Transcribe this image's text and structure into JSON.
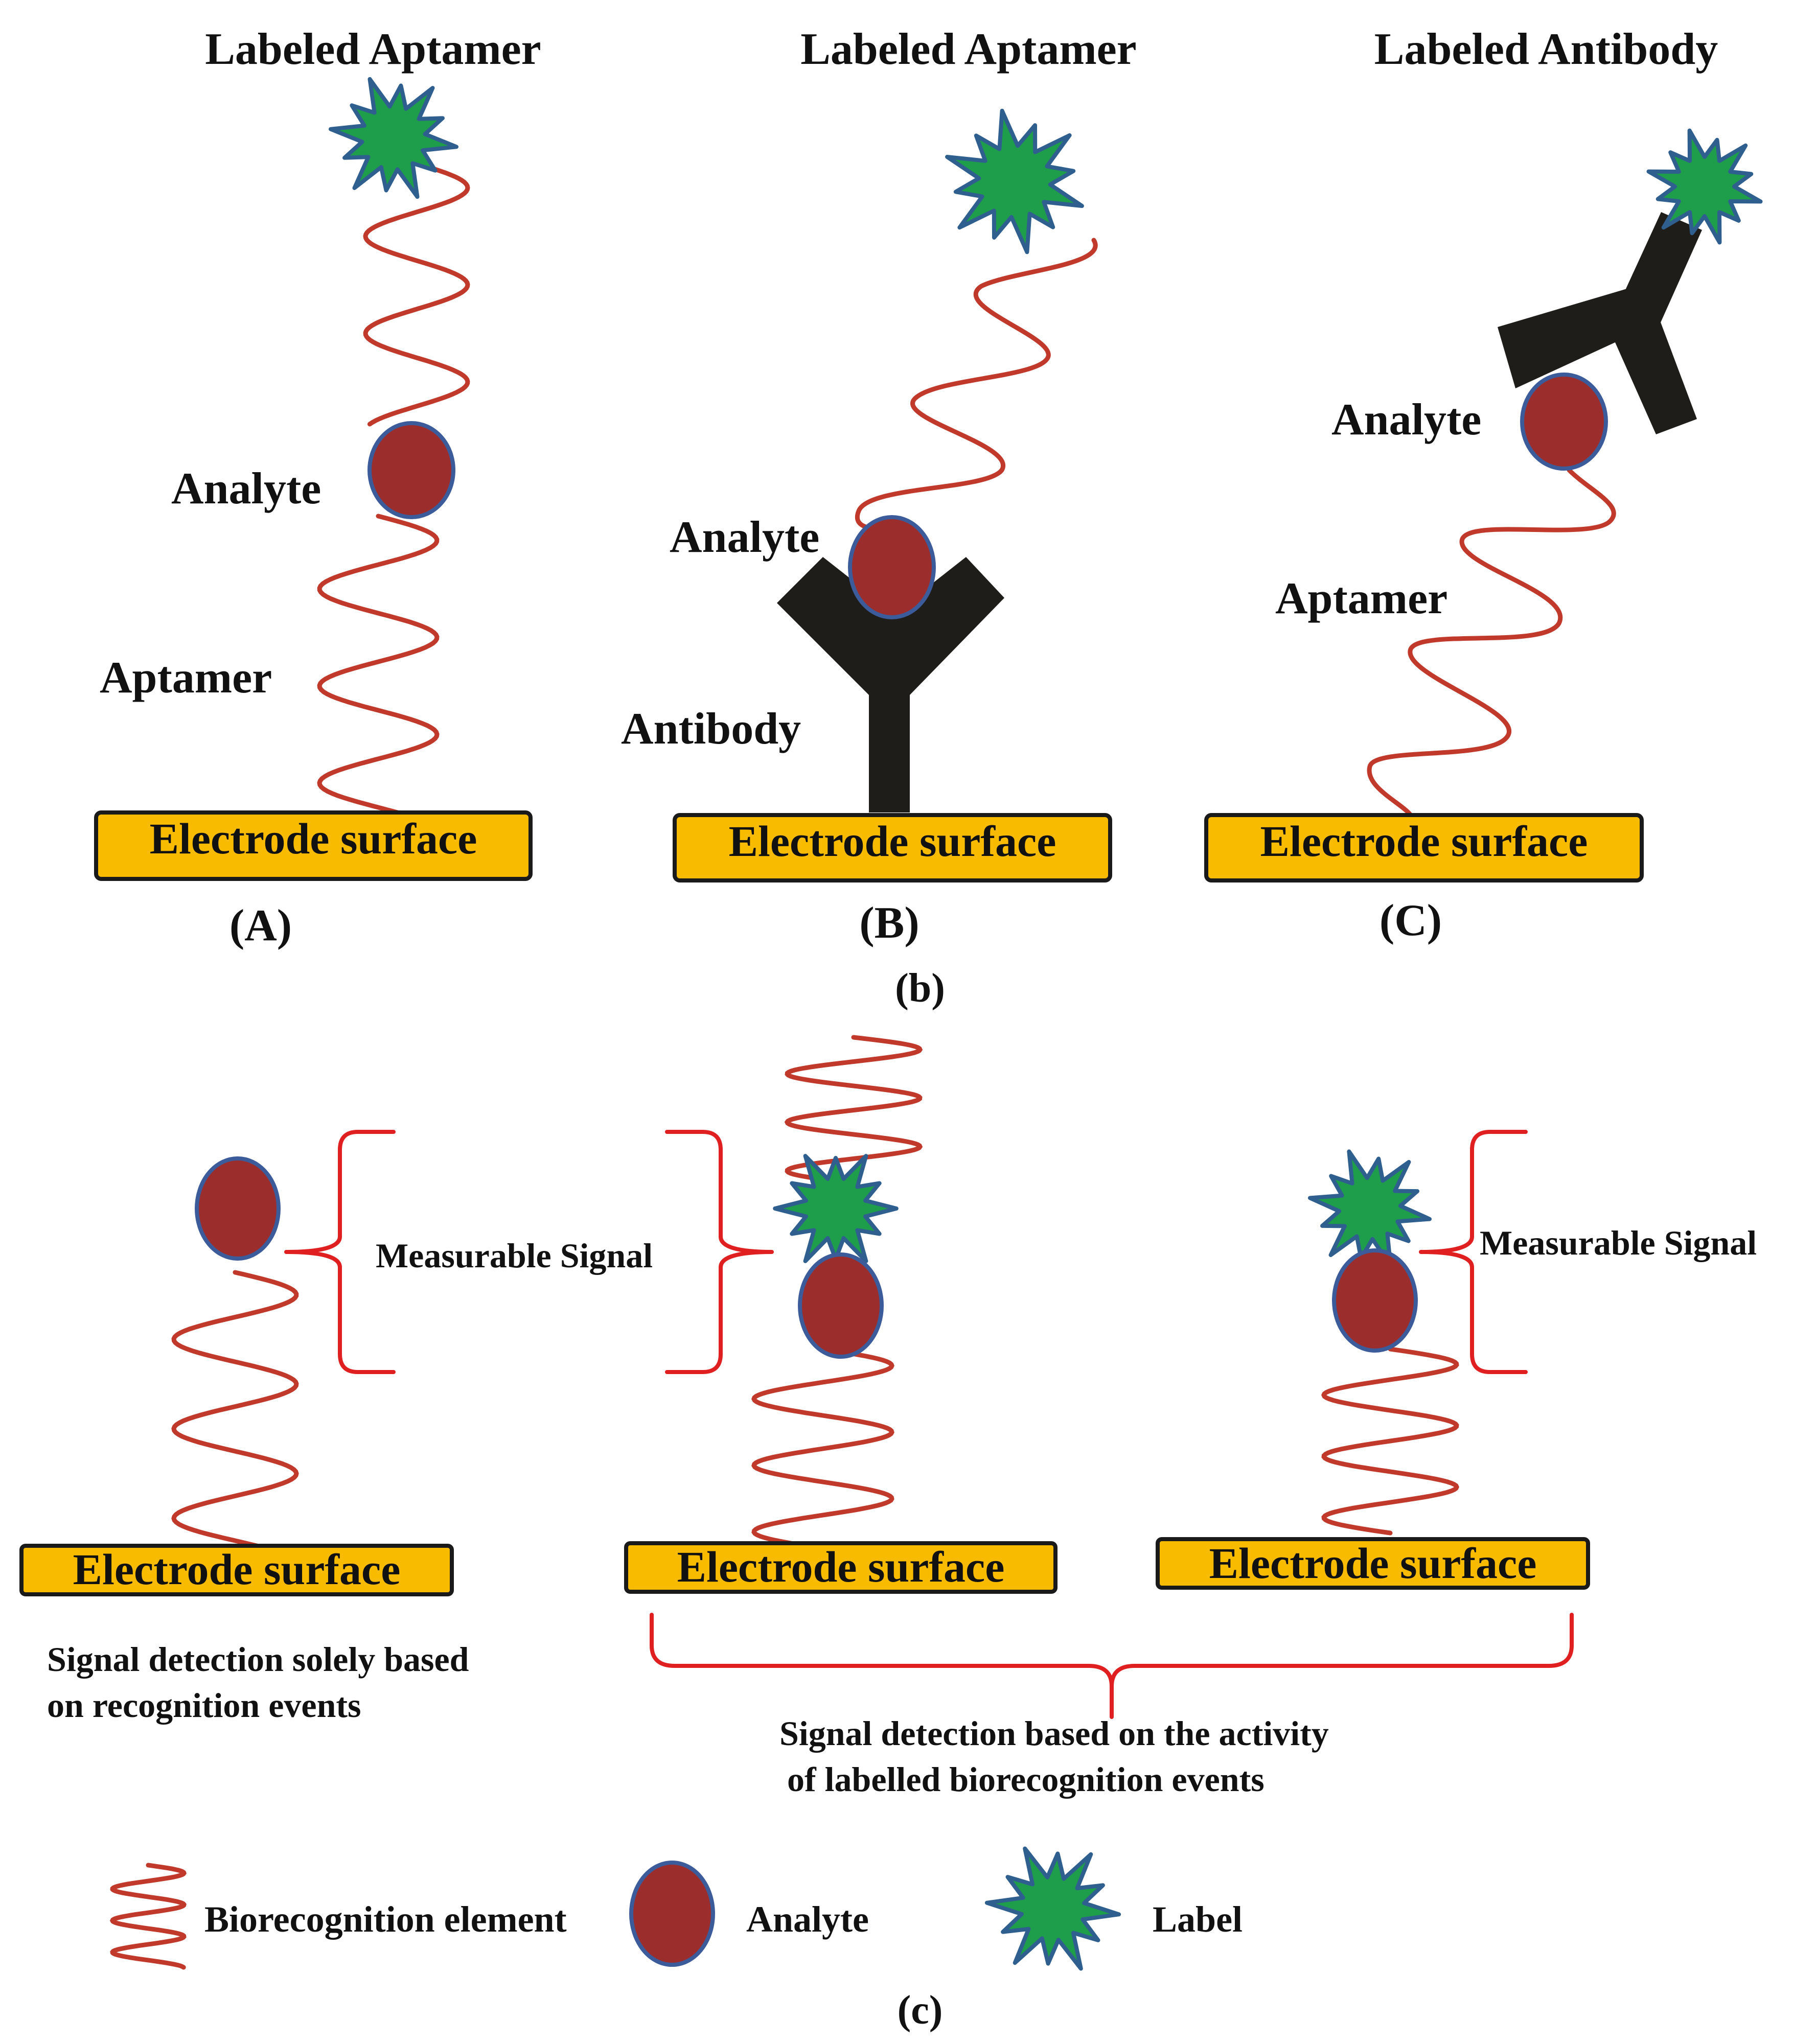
{
  "panel_b": {
    "caption": "b",
    "A": {
      "title": "Labeled Aptamer",
      "analyte": "Analyte",
      "aptamer": "Aptamer",
      "electrode": "Electrode surface",
      "letter": "(A)"
    },
    "B": {
      "title": "Labeled Aptamer",
      "analyte": "Analyte",
      "antibody": "Antibody",
      "electrode": "Electrode surface",
      "letter": "(B)"
    },
    "C": {
      "title": "Labeled Antibody",
      "analyte": "Analyte",
      "aptamer": "Aptamer",
      "electrode": "Electrode surface",
      "letter": "(C)"
    }
  },
  "panel_c": {
    "caption": "c",
    "left": {
      "signal": "Measurable Signal",
      "electrode": "Electrode surface",
      "description_line1": "Signal detection solely based",
      "description_line2": "on recognition events"
    },
    "middle": {
      "electrode": "Electrode surface"
    },
    "right": {
      "signal": "Measurable Signal",
      "electrode": "Electrode surface"
    },
    "group_description_line1": "Signal detection based on the activity",
    "group_description_line2": "of labelled biorecognition events"
  },
  "legend": {
    "biorecognition": "Biorecognition element",
    "analyte": "Analyte",
    "label": "Label"
  },
  "colors": {
    "electrode_fill": "#f8bb00",
    "analyte_fill": "#9b2d2d",
    "label_fill": "#1e9e4a",
    "coil": "#c0392b",
    "bracket": "#e02020",
    "antibody": "#1f1d19"
  }
}
